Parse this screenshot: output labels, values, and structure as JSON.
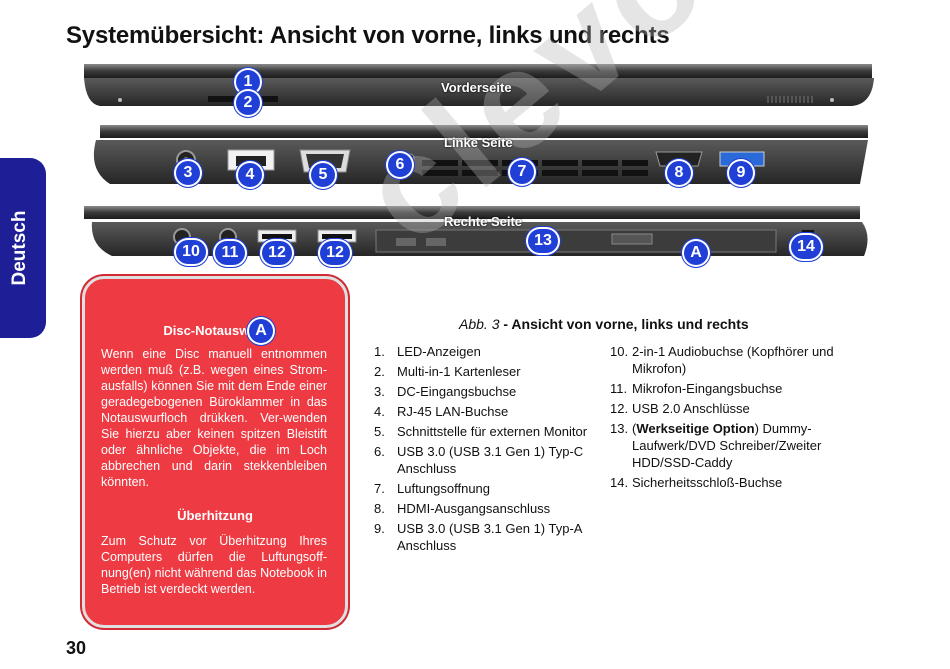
{
  "page": {
    "title": "Systemübersicht: Ansicht von vorne, links und rechts",
    "side_tab": "Deutsch",
    "page_number": "30"
  },
  "views": {
    "front": "Vorderseite",
    "left": "Linke Seite",
    "right": "Rechte Seite"
  },
  "badges": [
    "1",
    "2",
    "3",
    "4",
    "5",
    "6",
    "7",
    "8",
    "9",
    "10",
    "11",
    "12",
    "12",
    "13",
    "A",
    "14"
  ],
  "notice": {
    "heading1": "Disc-Notauswurf",
    "badge": "A",
    "text1": "Wenn eine Disc manuell entnommen werden muß (z.B. wegen eines Strom-ausfalls) können Sie mit dem Ende einer geradegebogenen Büroklammer in das Notauswurfloch drükken. Ver-wenden Sie hierzu aber keinen spitzen Bleistift oder ähnliche Objekte, die im Loch abbrechen und darin stekkenbleiben könnten.",
    "heading2": "Überhitzung",
    "text2": "Zum Schutz vor Überhitzung Ihres Computers dürfen die Luftungsoff-nung(en) nicht während das Notebook in Betrieb ist verdeckt werden."
  },
  "caption": {
    "label": "Abb. 3",
    "text": " - Ansicht von vorne, links und rechts"
  },
  "legend_left": [
    {
      "n": "1.",
      "text": "LED-Anzeigen"
    },
    {
      "n": "2.",
      "text": "Multi-in-1 Kartenleser"
    },
    {
      "n": "3.",
      "text": "DC-Eingangsbuchse"
    },
    {
      "n": "4.",
      "text": "RJ-45 LAN-Buchse"
    },
    {
      "n": "5.",
      "text": "Schnittstelle für externen Monitor"
    },
    {
      "n": "6.",
      "text": "USB 3.0 (USB 3.1 Gen 1) Typ-C Anschluss"
    },
    {
      "n": "7.",
      "text": "Luftungsoffnung"
    },
    {
      "n": "8.",
      "text": "HDMI-Ausgangsanschluss"
    },
    {
      "n": "9.",
      "text": "USB 3.0 (USB 3.1 Gen 1) Typ-A Anschluss"
    }
  ],
  "legend_right": [
    {
      "n": "10.",
      "text": "2-in-1 Audiobuchse (Kopfhörer und Mikrofon)"
    },
    {
      "n": "11.",
      "text": "Mikrofon-Eingangsbuchse"
    },
    {
      "n": "12.",
      "text": "USB 2.0 Anschlüsse"
    },
    {
      "n": "13.",
      "pre": "(",
      "bold": "Werkseitige Option",
      "text": ") Dummy-Laufwerk/DVD Schreiber/Zweiter HDD/SSD-Caddy"
    },
    {
      "n": "14.",
      "text": "Sicherheitsschloß-Buchse"
    }
  ],
  "colors": {
    "badge": "#1f3fd6",
    "notice_bg": "#ee3a42",
    "side_tab": "#1e1e96"
  }
}
